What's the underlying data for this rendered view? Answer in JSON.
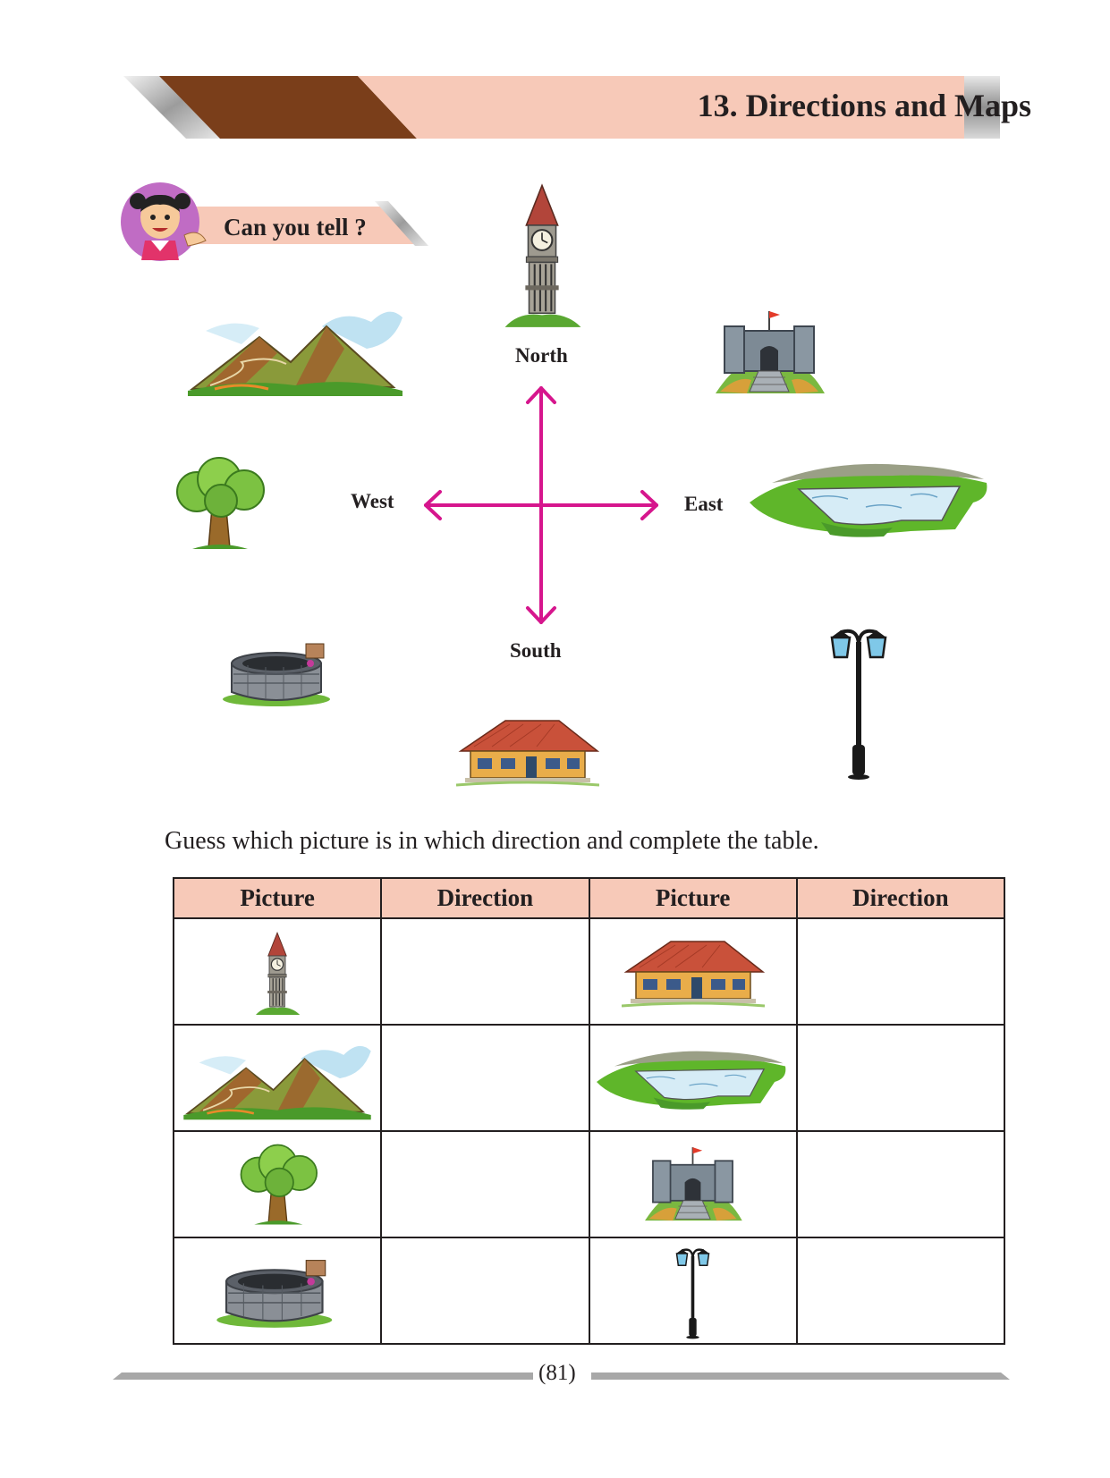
{
  "header": {
    "chapter_title": "13. Directions and Maps"
  },
  "prompt": {
    "label": "Can you tell ?"
  },
  "compass": {
    "north": "North",
    "south": "South",
    "east": "East",
    "west": "West"
  },
  "instruction": "Guess which picture is in which direction and complete the table.",
  "table": {
    "headers": [
      "Picture",
      "Direction",
      "Picture",
      "Direction"
    ],
    "rows": [
      {
        "left_picture": "clock-tower",
        "right_picture": "house"
      },
      {
        "left_picture": "mountains",
        "right_picture": "pond"
      },
      {
        "left_picture": "tree",
        "right_picture": "fort"
      },
      {
        "left_picture": "well",
        "right_picture": "lamp-post"
      }
    ]
  },
  "footer": {
    "page_number": "(81)"
  },
  "colors": {
    "banner_peach": "#f7c9b8",
    "banner_brown": "#7a3e1a",
    "arrow_magenta": "#d6168d",
    "table_header": "#f7c9b8"
  }
}
